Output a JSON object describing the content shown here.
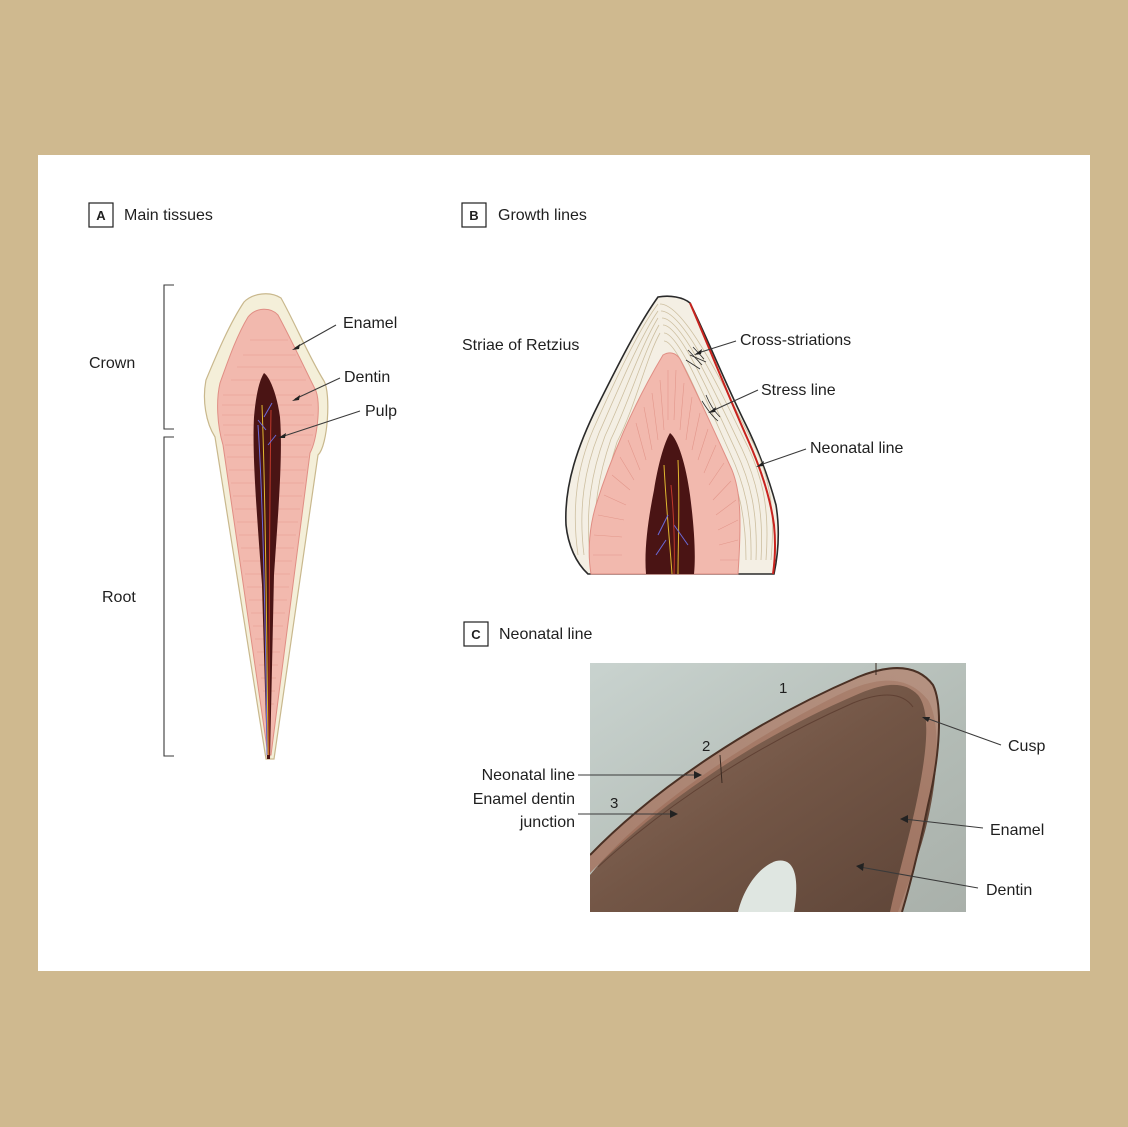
{
  "panel_a": {
    "tag": "A",
    "title": "Main tissues",
    "labels": {
      "enamel": "Enamel",
      "dentin": "Dentin",
      "pulp": "Pulp",
      "crown": "Crown",
      "root": "Root"
    }
  },
  "panel_b": {
    "tag": "B",
    "title": "Growth lines",
    "labels": {
      "striae": "Striae of Retzius",
      "cross_striations": "Cross-striations",
      "stress_line": "Stress line",
      "neonatal_line": "Neonatal line"
    }
  },
  "panel_c": {
    "tag": "C",
    "title": "Neonatal line",
    "numbers": {
      "n1": "1",
      "n2": "2",
      "n3": "3"
    },
    "labels": {
      "neonatal_line": "Neonatal line",
      "ed_junction_line1": "Enamel dentin",
      "ed_junction_line2": "junction",
      "cusp": "Cusp",
      "enamel": "Enamel",
      "dentin": "Dentin"
    }
  },
  "colors": {
    "background": "#cfb98f",
    "enamel": "#f4efd9",
    "dentin": "#f2b9ae",
    "pulp": "#4a1414",
    "neonatal": "#c8231e",
    "photo_bg": "#b9c4bd",
    "photo_tooth": "#7a5e50"
  }
}
